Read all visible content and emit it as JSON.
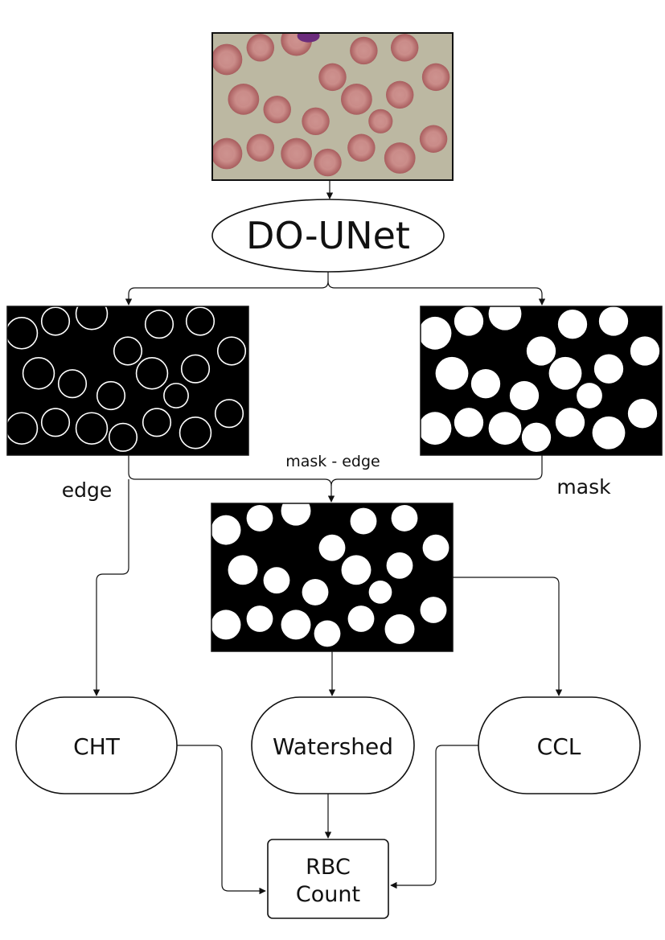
{
  "nodes": {
    "model": "DO-UNet",
    "cht": "CHT",
    "watershed": "Watershed",
    "ccl": "CCL",
    "count_line1": "RBC",
    "count_line2": "Count"
  },
  "edge_labels": {
    "edge": "edge",
    "mask": "mask",
    "difference": "mask - edge"
  },
  "panels": {
    "input": "microscope image of red blood cells",
    "edge": "edge map",
    "mask": "cell mask",
    "difference": "mask minus edge"
  },
  "colors": {
    "input_background": "#bcb8a2",
    "cell": "#c98a87",
    "cell_shadow": "#a85d5e",
    "stain": "#6b2c7c",
    "map_background": "#000000",
    "map_foreground": "#ffffff",
    "line": "#111111"
  }
}
